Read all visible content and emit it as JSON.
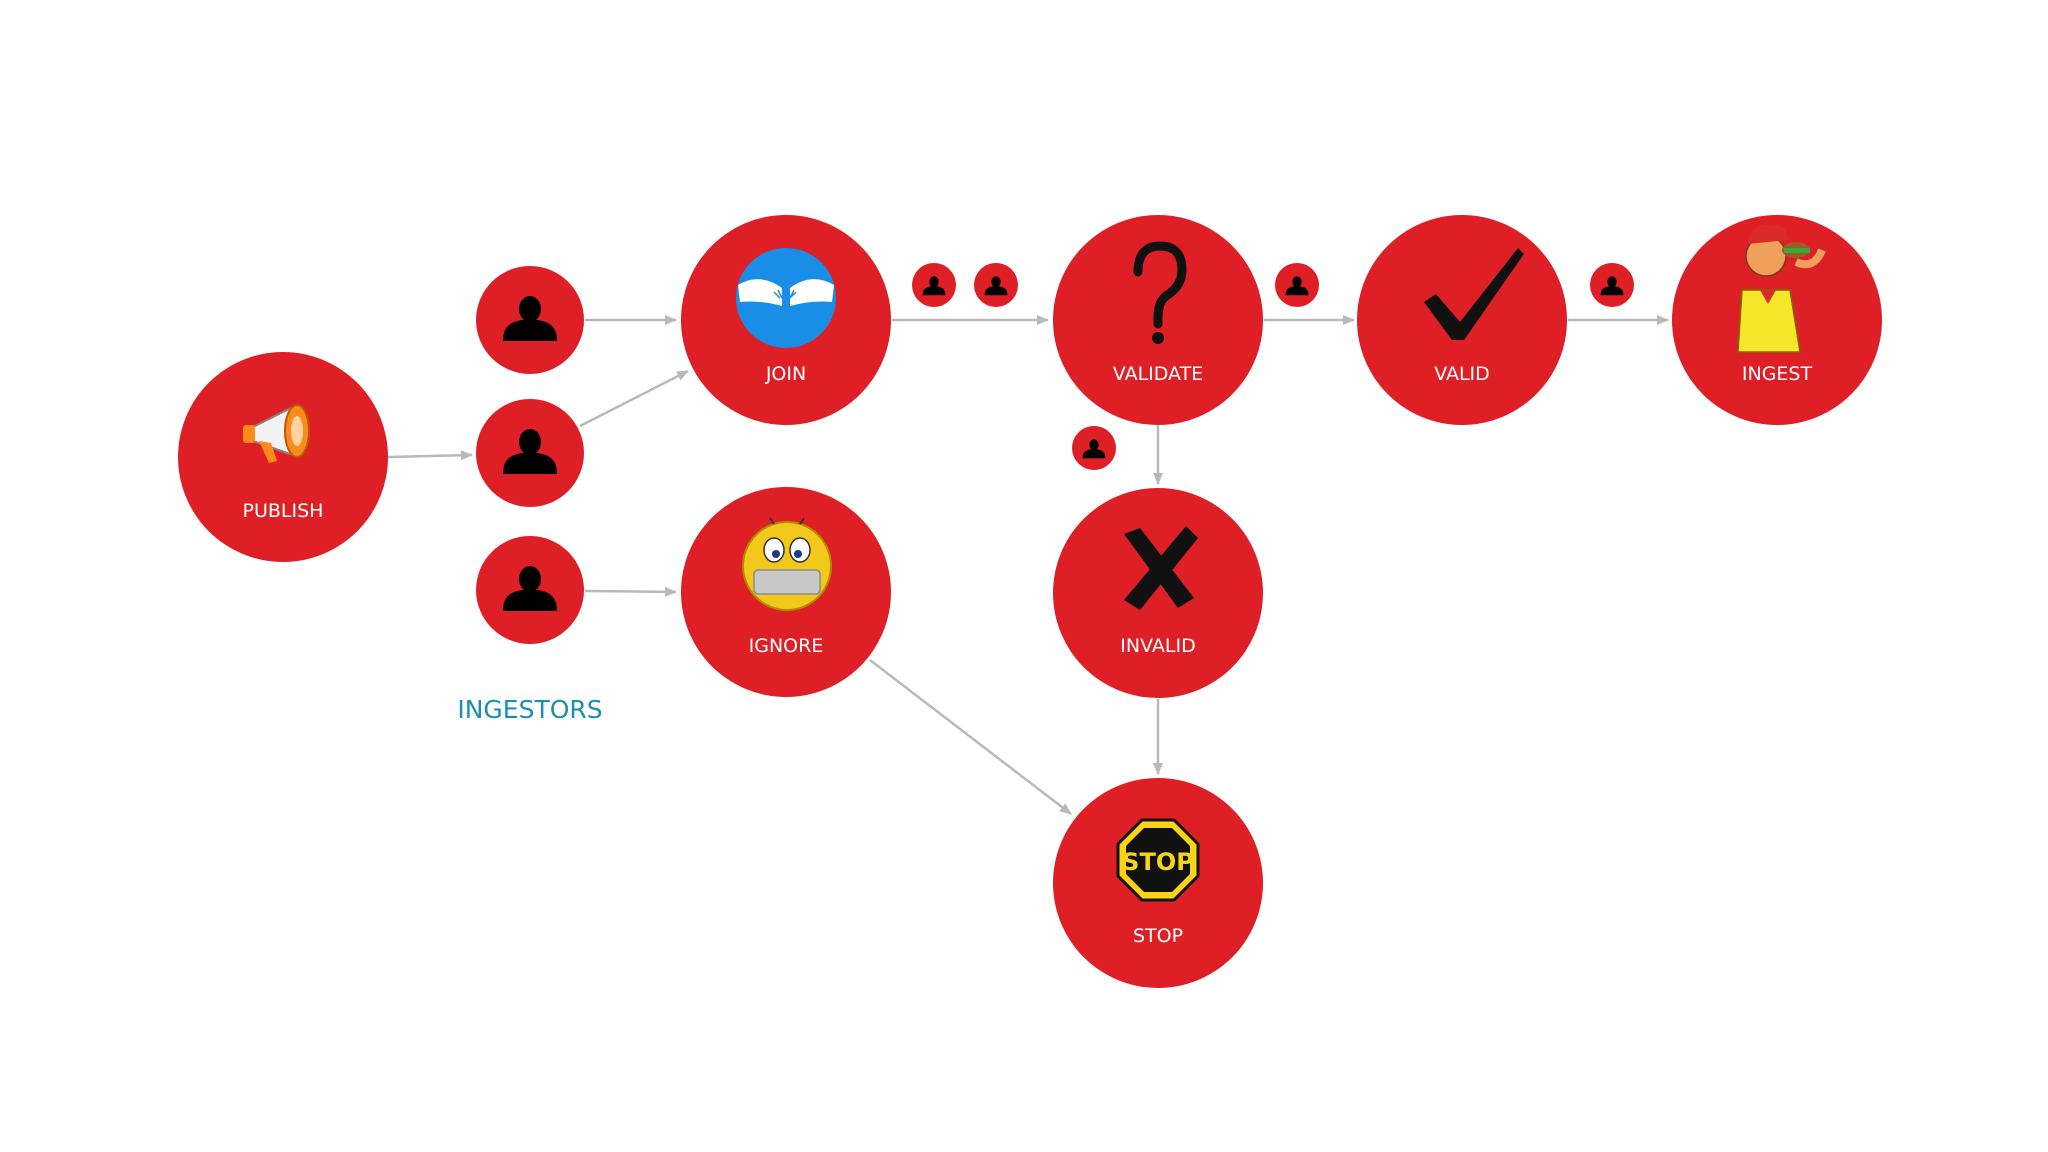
{
  "colors": {
    "node_fill": "#de1f26",
    "arrow": "#b9b9b9",
    "label": "#ffffff",
    "group_label": "#1b8fb3",
    "person": "#000000"
  },
  "nodes": {
    "publish": {
      "label": "PUBLISH",
      "icon": "megaphone-icon"
    },
    "join": {
      "label": "JOIN",
      "icon": "fist-bump-icon"
    },
    "ignore": {
      "label": "IGNORE",
      "icon": "taped-mouth-emoji-icon"
    },
    "validate": {
      "label": "VALIDATE",
      "icon": "question-mark-icon"
    },
    "valid": {
      "label": "VALID",
      "icon": "checkmark-icon"
    },
    "invalid": {
      "label": "INVALID",
      "icon": "cross-icon"
    },
    "ingest": {
      "label": "INGEST",
      "icon": "eating-man-icon"
    },
    "stop": {
      "label": "STOP",
      "icon": "stop-sign-icon",
      "sign_text": "STOP"
    }
  },
  "ingestors": {
    "label": "INGESTORS",
    "icon": "person-icon",
    "count": 3
  },
  "edges": [
    [
      "publish",
      "ingestor-2"
    ],
    [
      "ingestor-1",
      "join"
    ],
    [
      "ingestor-2",
      "join"
    ],
    [
      "ingestor-3",
      "ignore"
    ],
    [
      "join",
      "validate"
    ],
    [
      "validate",
      "valid"
    ],
    [
      "valid",
      "ingest"
    ],
    [
      "validate",
      "invalid"
    ],
    [
      "invalid",
      "stop"
    ],
    [
      "ignore",
      "stop"
    ]
  ]
}
